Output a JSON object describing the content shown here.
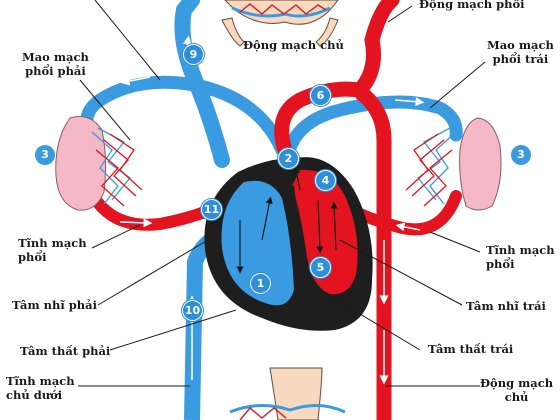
{
  "labels": {
    "pulmonary_artery": "Động mạch phổi",
    "aorta_top": "Động mạch chủ",
    "right_lung_capillaries": "Mao mạch\nphổi phải",
    "left_lung_capillaries": "Mao mạch\nphổi trái",
    "right_pulmonary_vein": "Tĩnh mạch\nphổi",
    "left_pulmonary_vein": "Tĩnh mạch\nphổi",
    "right_atrium": "Tâm nhĩ phải",
    "left_atrium": "Tâm nhĩ trái",
    "right_ventricle": "Tâm thất phải",
    "left_ventricle": "Tâm thất trái",
    "inferior_vena_cava": "Tĩnh mạch\nchủ dưới",
    "aorta_bottom": "Động mạch\nchủ"
  },
  "badges": {
    "b1": "1",
    "b2": "2",
    "b3_left": "3",
    "b3_right": "3",
    "b4": "4",
    "b5": "5",
    "b6": "6",
    "b9": "9",
    "b10": "10",
    "b11": "11"
  },
  "colors": {
    "oxygenated": "#e3141f",
    "deoxygenated": "#3b9be0",
    "heart_wall": "#1e1e1e",
    "lung": "#f4b8c6",
    "skin": "#f7d9bf"
  }
}
